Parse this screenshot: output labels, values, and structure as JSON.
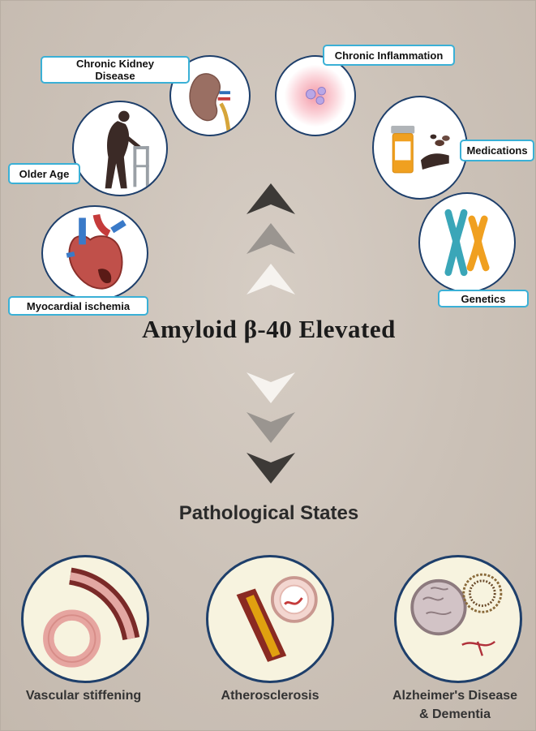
{
  "title": "Amyloid β-40 Elevated",
  "states_title": "Pathological States",
  "risk_factors": {
    "ckd": "Chronic Kidney Disease",
    "inflammation": "Chronic Inflammation",
    "older_age": "Older Age",
    "medications": "Medications",
    "genetics": "Genetics",
    "ischemia": "Myocardial ischemia"
  },
  "outcomes": {
    "vascular": "Vascular stiffening",
    "athero": "Atherosclerosis",
    "alz_line1": "Alzheimer's Disease",
    "alz_line2": "& Dementia"
  },
  "colors": {
    "background": "#cdc3ba",
    "circle_border": "#1e3f6b",
    "label_border": "#3ab0d6",
    "outcome_fill": "#f7f3df"
  }
}
